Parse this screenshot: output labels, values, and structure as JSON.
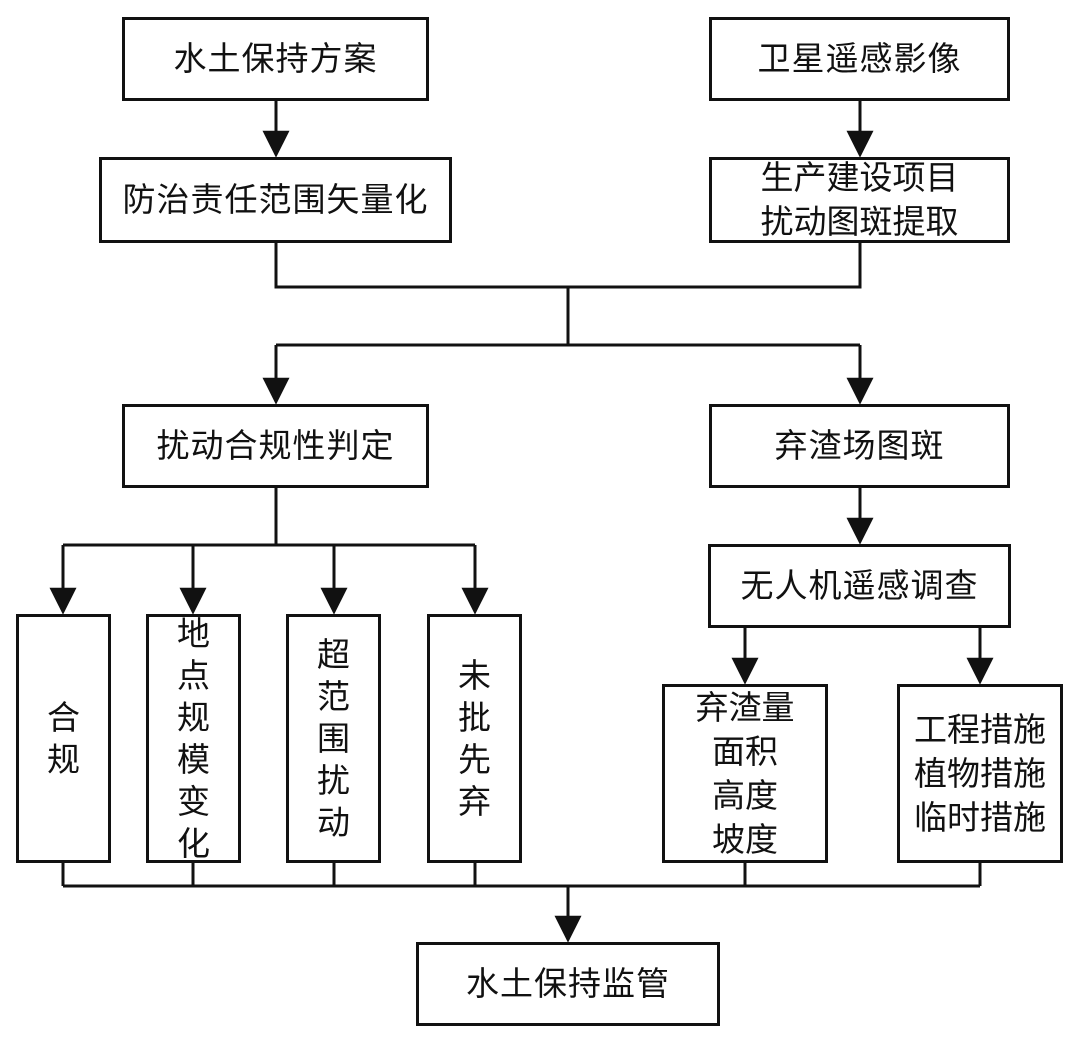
{
  "nodes": {
    "soil_plan": "水土保持方案",
    "satellite": "卫星遥感影像",
    "vectorize": "防治责任范围矢量化",
    "extract": "生产建设项目\n扰动图斑提取",
    "compliance": "扰动合规性判定",
    "spoil_patch": "弃渣场图斑",
    "uav_survey": "无人机遥感调查",
    "compliant": "合规",
    "location_change": "地点规模变化",
    "over_range": "超范围扰动",
    "unapproved": "未批先弃",
    "spoil_metrics": "弃渣量\n面积\n高度\n坡度",
    "measures": "工程措施\n植物措施\n临时措施",
    "supervision": "水土保持监管"
  },
  "style": {
    "line_color": "#111111",
    "box_fill": "#ffffff"
  }
}
